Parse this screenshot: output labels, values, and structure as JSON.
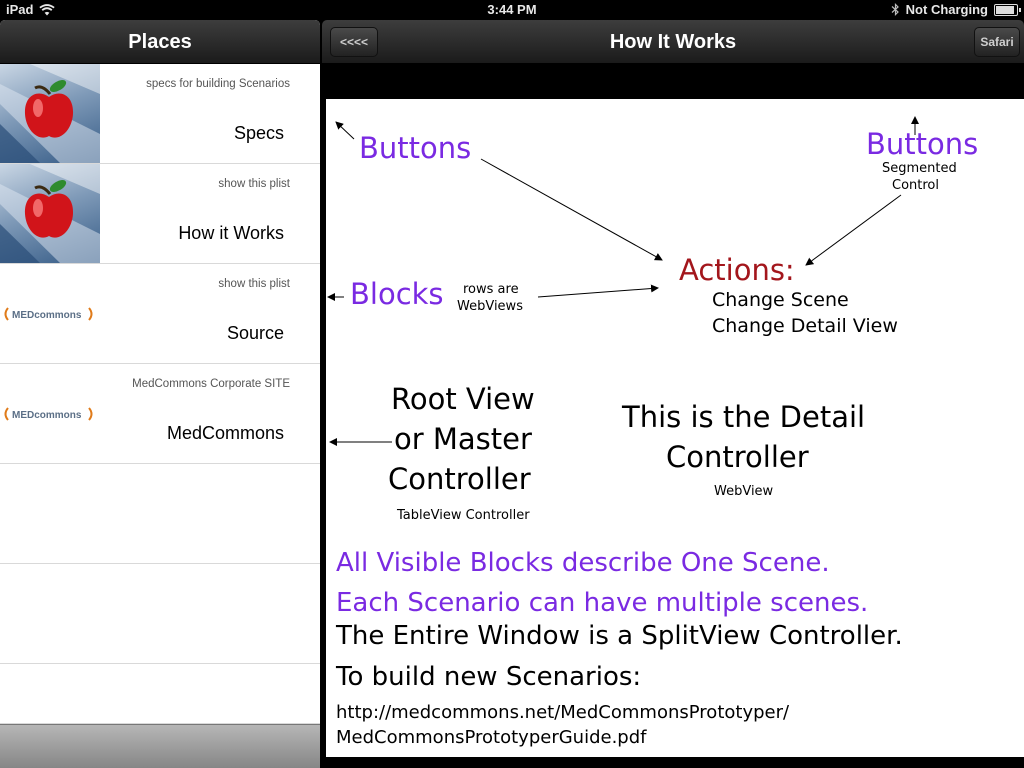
{
  "status_bar": {
    "device": "iPad",
    "time": "3:44 PM",
    "battery_status": "Not Charging"
  },
  "master": {
    "title": "Places",
    "rows": [
      {
        "subtitle": "specs for building Scenarios",
        "title": "Specs",
        "thumbnail": "apple-icon"
      },
      {
        "subtitle": "show this plist",
        "title": "How it Works",
        "thumbnail": "apple-icon"
      },
      {
        "subtitle": "show this plist",
        "title": "Source",
        "thumbnail": "medcommons-logo"
      },
      {
        "subtitle": "MedCommons Corporate SITE",
        "title": "MedCommons",
        "thumbnail": "medcommons-logo"
      }
    ],
    "logo_text": "MEDcommons"
  },
  "detail": {
    "title": "How It Works",
    "back_label": "<<<<",
    "safari_label": "Safari"
  },
  "diagram": {
    "buttons_left": "Buttons",
    "buttons_right": "Buttons",
    "segmented_line1": "Segmented",
    "segmented_line2": "Control",
    "actions": "Actions:",
    "change_scene": "Change Scene",
    "change_detail": "Change Detail View",
    "blocks": "Blocks",
    "rows_are_line1": "rows are",
    "rows_are_line2": "WebViews",
    "root_line1": "Root View",
    "root_line2": "or Master",
    "root_line3": "Controller",
    "tableview": "TableView Controller",
    "detail_line1": "This is the Detail",
    "detail_line2": "Controller",
    "webview": "WebView",
    "visible_blocks": "All Visible Blocks describe One Scene.",
    "each_scenario": "Each Scenario can have multiple scenes.",
    "entire_window": "The Entire Window is a SplitView Controller.",
    "to_build": "To build new Scenarios:",
    "url_line1": "http://medcommons.net/MedCommonsPrototyper/",
    "url_line2": "MedCommonsPrototyperGuide.pdf"
  },
  "colors": {
    "purple": "#7a2ae2",
    "dark_red": "#a3161c"
  }
}
